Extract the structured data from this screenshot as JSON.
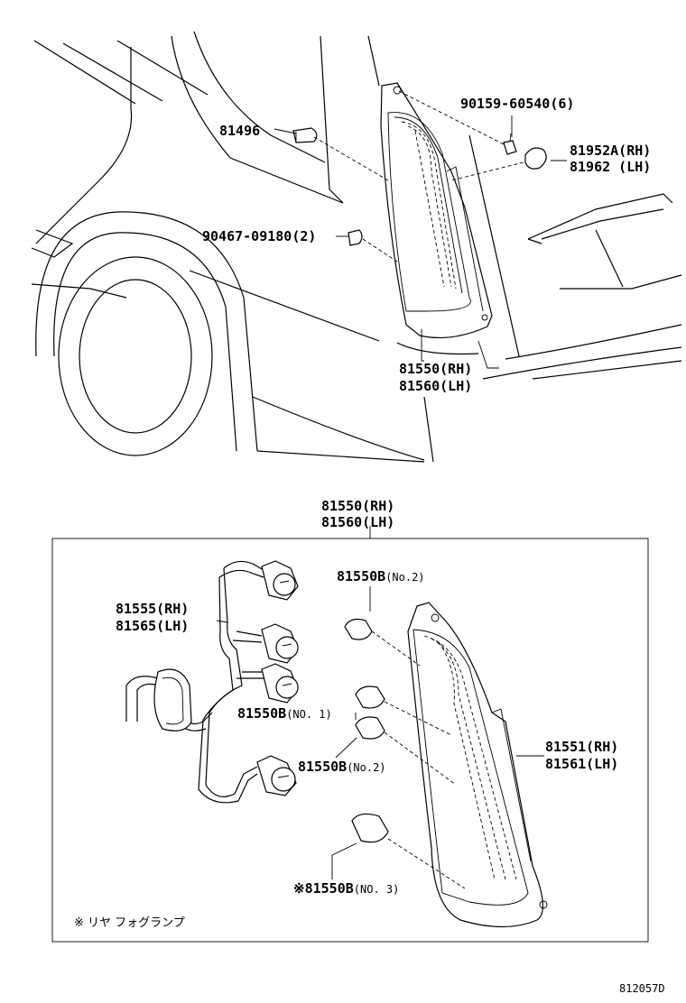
{
  "callouts_top": {
    "bolt_label": "90159-60540(6)",
    "clip_label": "81496",
    "screw_label": "90467-09180(2)",
    "cover_rh": "81952A(RH)",
    "cover_lh": "81962  (LH)",
    "lamp_rh": "81550(RH)",
    "lamp_lh": "81560(LH)"
  },
  "detail": {
    "assy_rh": "81550(RH)",
    "assy_lh": "81560(LH)",
    "socket_rh": "81555(RH)",
    "socket_lh": "81565(LH)",
    "bulb_no2_top_code": "81550B",
    "bulb_no2_top_suffix": "(No.2)",
    "bulb_no1_code": "81550B",
    "bulb_no1_suffix": "(NO. 1)",
    "bulb_no2_mid_code": "81550B",
    "bulb_no2_mid_suffix": "(No.2)",
    "bulb_no3_code": "※81550B",
    "bulb_no3_suffix": "(NO. 3)",
    "lens_rh": "81551(RH)",
    "lens_lh": "81561(LH)",
    "footnote": "※ リヤ フォグランプ"
  },
  "figure_code": "812057D"
}
